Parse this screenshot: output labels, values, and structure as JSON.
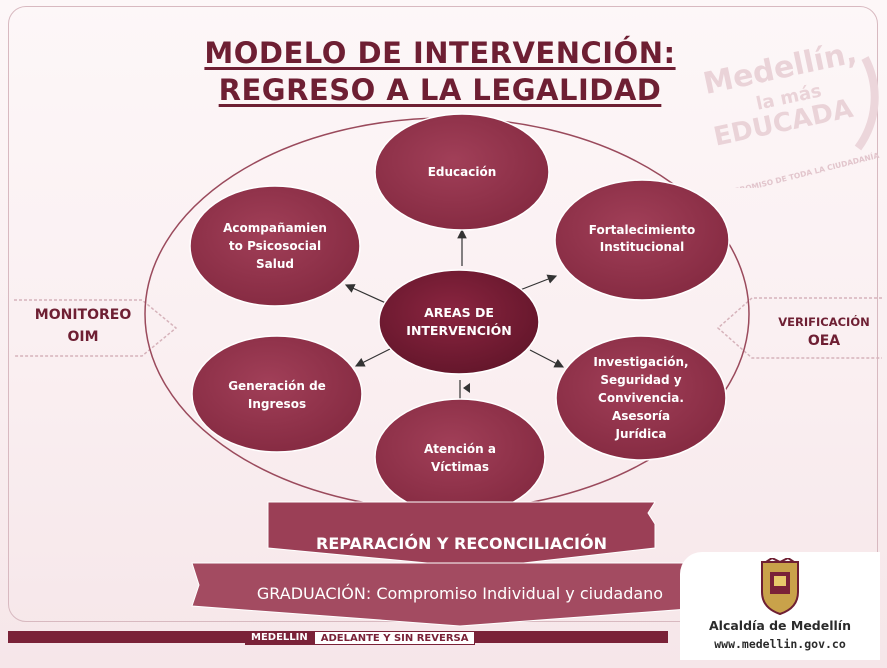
{
  "title": {
    "line1": "MODELO DE INTERVENCIÓN:",
    "line2": "REGRESO A LA LEGALIDAD"
  },
  "watermark": {
    "line1": "Medellín,",
    "line2": "la más",
    "line3": "EDUCADA",
    "arc": "COMPROMISO DE TODA LA CIUDADANÍA"
  },
  "center": {
    "line1": "AREAS DE",
    "line2": "INTERVENCIÓN"
  },
  "nodes": {
    "educacion": {
      "lines": [
        "Educación"
      ]
    },
    "fortalecimiento": {
      "lines": [
        "Fortalecimiento",
        "Institucional"
      ]
    },
    "investigacion": {
      "lines": [
        "Investigación,",
        "Seguridad y",
        "Convivencia.",
        "Asesoría",
        "Jurídica"
      ]
    },
    "atencion": {
      "lines": [
        "Atención a",
        "Víctimas"
      ]
    },
    "generacion": {
      "lines": [
        "Generación de",
        "Ingresos"
      ]
    },
    "acompanamiento": {
      "lines": [
        "Acompañamien",
        "to Psicosocial",
        "Salud"
      ]
    }
  },
  "side": {
    "left": {
      "line1": "MONITOREO",
      "line2": "OIM"
    },
    "right": {
      "line1": "VERIFICACIÓN",
      "line2": "OEA"
    }
  },
  "banners": {
    "reparacion": "REPARACIÓN Y RECONCILIACIÓN",
    "graduacion": "GRADUACIÓN: Compromiso Individual y ciudadano"
  },
  "footer": {
    "brand": "MEDELLIN",
    "slogan": "ADELANTE Y SIN REVERSA"
  },
  "logo": {
    "name": "Alcaldía de Medellín",
    "url": "www.medellin.gov.co"
  },
  "colors": {
    "primary": "#8b2c44",
    "dark": "#6e1f33",
    "banner": "#9b4257"
  }
}
